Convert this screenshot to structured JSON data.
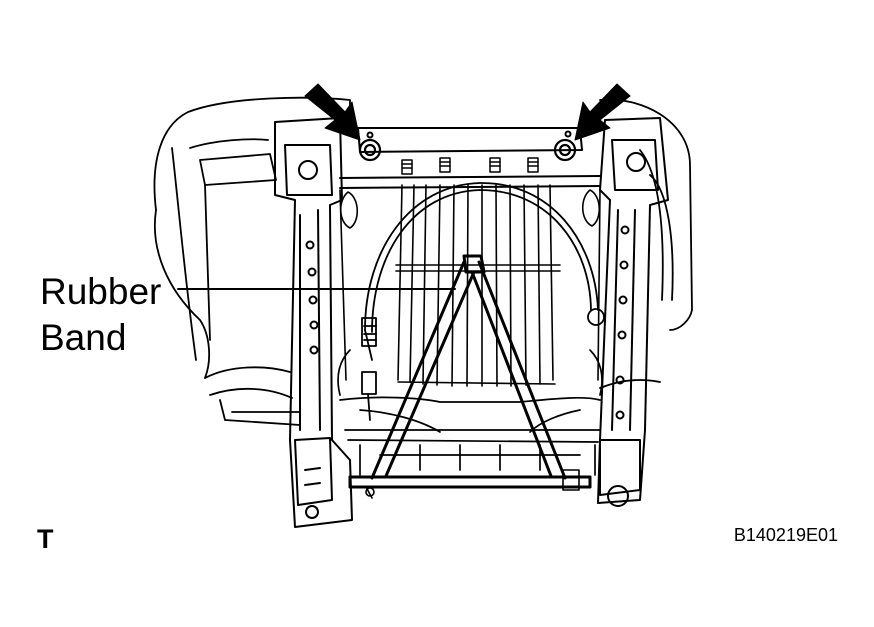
{
  "callout": {
    "line1": "Rubber",
    "line2": "Band"
  },
  "corner_code": "T",
  "figure_id": "B140219E01",
  "colors": {
    "ink": "#000000",
    "paper": "#ffffff"
  }
}
